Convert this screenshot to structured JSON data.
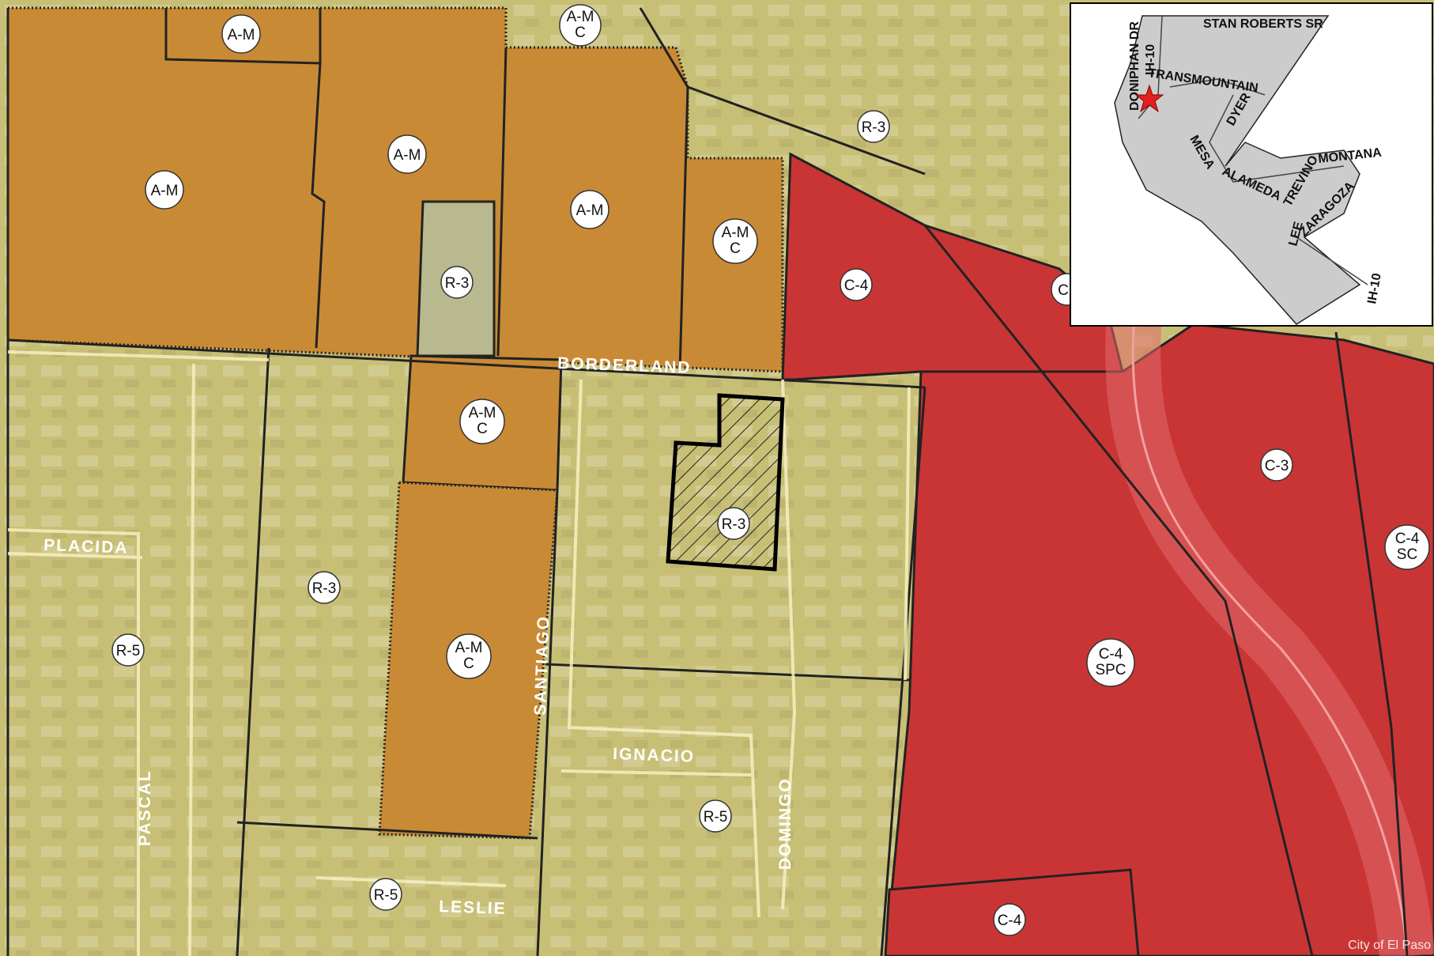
{
  "colors": {
    "res_r3_r5": "#c8bf76",
    "apartment_am": "#c98a35",
    "commercial_c": "#c93535",
    "boundary": "#222222",
    "street_outline": "#f5f0bf",
    "inset_city": "#cccccc"
  },
  "zones": {
    "am_top_left_small": "A-M",
    "am_c_top": "A-M\nC",
    "am_left": "A-M",
    "am_mid": "A-M",
    "am_right": "A-M",
    "am_c_right": "A-M\nC",
    "r3_top_right": "R-3",
    "r3_small_lot": "R-3",
    "c4_top": "C-4",
    "c_partial": "C",
    "am_c_borderland": "A-M\nC",
    "r3_subject": "R-3",
    "r3_left_lot": "R-3",
    "am_c_santiago": "A-M\nC",
    "r5_pascal": "R-5",
    "r5_leslie": "R-5",
    "r5_ignacio": "R-5",
    "c3": "C-3",
    "c4_sc": "C-4\nSC",
    "c4_spc": "C-4\nSPC",
    "c4_bottom": "C-4"
  },
  "streets": {
    "borderland": "BORDERLAND",
    "placida": "PLACIDA",
    "pascal": "PASCAL",
    "santiago": "SANTIAGO",
    "ignacio": "IGNACIO",
    "domingo": "DOMINGO",
    "leslie": "LESLIE"
  },
  "inset": {
    "labels": {
      "doniphan": "DONIPHAN DR",
      "ih10_north": "IH-10",
      "stan_roberts": "STAN ROBERTS SR",
      "transmountain": "TRANSMOUNTAIN",
      "dyer": "DYER",
      "mesa": "MESA",
      "montana": "MONTANA",
      "alameda": "ALAMEDA",
      "trevino": "TREVINO",
      "lee": "LEE",
      "zaragoza": "ZARAGOZA",
      "ih10_south": "IH-10"
    },
    "marker_icon": "red-star-icon"
  },
  "credit": "City of El Paso"
}
